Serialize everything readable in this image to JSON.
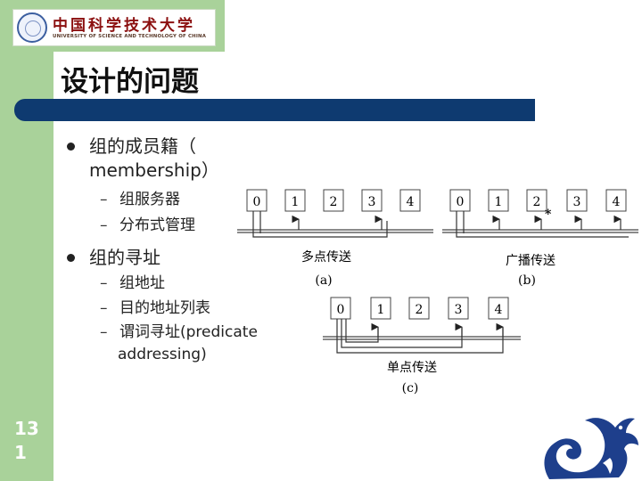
{
  "logo": {
    "cn": "中国科学技术大学",
    "en": "UNIVERSITY OF SCIENCE AND TECHNOLOGY OF CHINA"
  },
  "slide": {
    "title": "设计的问题",
    "page_number": "13 1"
  },
  "bullets": [
    {
      "text_line1": "组的成员籍（",
      "text_line2": "membership）",
      "subitems": [
        "组服务器",
        "分布式管理"
      ]
    },
    {
      "text": "组的寻址",
      "subitems": [
        "组地址",
        "目的地址列表",
        "谓词寻址(predicate",
        "addressing)"
      ]
    }
  ],
  "diagram": {
    "panels": [
      {
        "id": "a",
        "caption": "多点传送",
        "label": "(a)",
        "nodes": [
          "0",
          "1",
          "2",
          "3",
          "4"
        ]
      },
      {
        "id": "b",
        "caption": "广播传送",
        "label": "(b)",
        "nodes": [
          "0",
          "1",
          "2",
          "3",
          "4"
        ],
        "marker": "*"
      },
      {
        "id": "c",
        "caption": "单点传送",
        "label": "(c)",
        "nodes": [
          "0",
          "1",
          "2",
          "3",
          "4"
        ]
      }
    ]
  },
  "colors": {
    "side_band": "#a9d29a",
    "title_bar": "#0e3a70",
    "dragon": "#1e3f8c"
  },
  "icons": [
    "university-logo-emblem",
    "dragon-emblem-icon",
    "bullet-dot-icon"
  ]
}
